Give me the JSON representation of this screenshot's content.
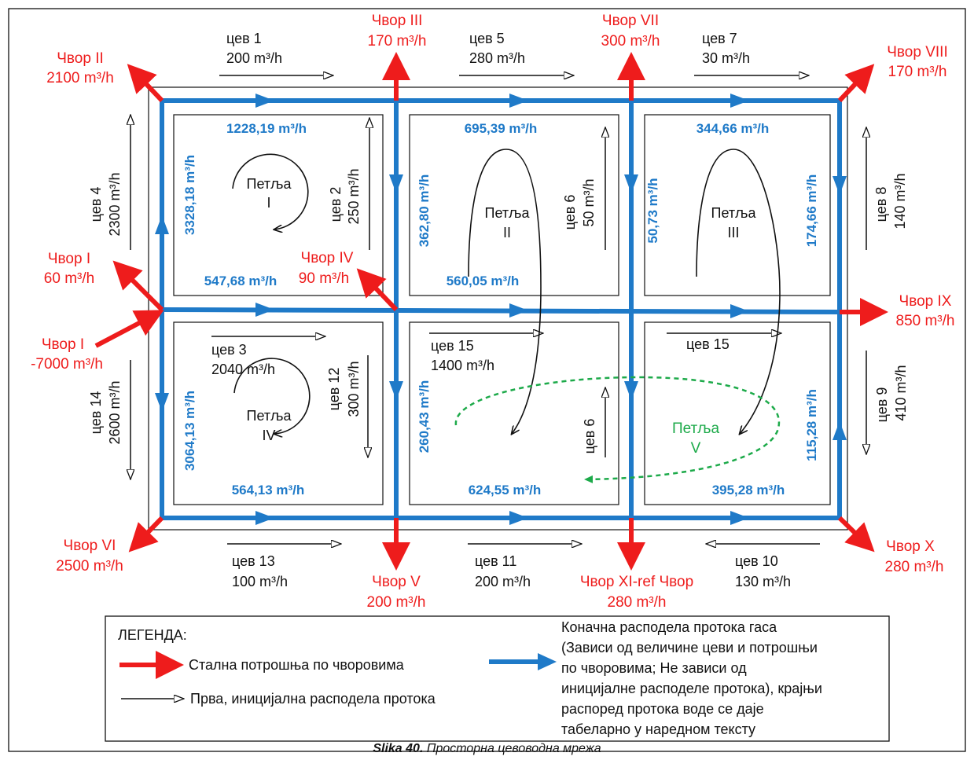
{
  "nodes": {
    "n1": {
      "name": "Чвор I",
      "flow": "60 m³/h"
    },
    "n1_in": {
      "name": "Чвор I",
      "flow": "-7000 m³/h"
    },
    "n2": {
      "name": "Чвор II",
      "flow": "2100 m³/h"
    },
    "n3": {
      "name": "Чвор III",
      "flow": "170 m³/h"
    },
    "n4": {
      "name": "Чвор IV",
      "flow": "90 m³/h"
    },
    "n5": {
      "name": "Чвор V",
      "flow": "200 m³/h"
    },
    "n6": {
      "name": "Чвор VI",
      "flow": "2500 m³/h"
    },
    "n7": {
      "name": "Чвор VII",
      "flow": "300 m³/h"
    },
    "n8": {
      "name": "Чвор VIII",
      "flow": "170 m³/h"
    },
    "n9": {
      "name": "Чвор IX",
      "flow": "850 m³/h"
    },
    "n10": {
      "name": "Чвор X",
      "flow": "280 m³/h"
    },
    "n11": {
      "name": "Чвор XI-ref Чвор",
      "flow": "280 m³/h"
    }
  },
  "pipes": {
    "p1": {
      "name": "цев 1",
      "flow": "200 m³/h"
    },
    "p2": {
      "name": "цев 2",
      "flow": "250 m³/h"
    },
    "p3": {
      "name": "цев 3",
      "flow": "2040 m³/h"
    },
    "p4": {
      "name": "цев 4",
      "flow": "2300 m³/h"
    },
    "p5": {
      "name": "цев 5",
      "flow": "280 m³/h"
    },
    "p6": {
      "name": "цев 6",
      "flow": "50 m³/h"
    },
    "p6b": {
      "name": "цев 6"
    },
    "p7": {
      "name": "цев 7",
      "flow": "30 m³/h"
    },
    "p8": {
      "name": "цев 8",
      "flow": "140 m³/h"
    },
    "p9": {
      "name": "цев 9",
      "flow": "410 m³/h"
    },
    "p10": {
      "name": "цев 10",
      "flow": "130 m³/h"
    },
    "p11": {
      "name": "цев 11",
      "flow": "200 m³/h"
    },
    "p12": {
      "name": "цев 12",
      "flow": "300 m³/h"
    },
    "p13": {
      "name": "цев 13",
      "flow": "100 m³/h"
    },
    "p14": {
      "name": "цев 14",
      "flow": "2600 m³/h"
    },
    "p15": {
      "name": "цев 15",
      "flow": "1400 m³/h"
    },
    "p15b": {
      "name": "цев 15"
    }
  },
  "final_flows": {
    "top1": "1228,19 m³/h",
    "top2": "695,39 m³/h",
    "top3": "344,66 m³/h",
    "mid1": "547,68 m³/h",
    "mid2": "560,05 m³/h",
    "bot1": "564,13 m³/h",
    "bot2": "624,55 m³/h",
    "bot3": "395,28 m³/h",
    "v_left_up": "3328,18 m³/h",
    "v_left_low": "3064,13 m³/h",
    "v_c1_up": "362,80 m³/h",
    "v_c1_low": "260,43 m³/h",
    "v_c2_up": "50,73 m³/h",
    "v_right_up": "174,66 m³/h",
    "v_right_low": "115,28 m³/h"
  },
  "loops": {
    "l1": {
      "word": "Петља",
      "num": "I"
    },
    "l2": {
      "word": "Петља",
      "num": "II"
    },
    "l3": {
      "word": "Петља",
      "num": "III"
    },
    "l4": {
      "word": "Петља",
      "num": "IV"
    },
    "l5": {
      "word": "Петља",
      "num": "V"
    }
  },
  "legend": {
    "title": "ЛЕГЕНДА:",
    "red": "Стална потрошња по чворовима",
    "black": "Прва, иницијална расподела протока",
    "blue_lines": [
      "Коначна расподела протока гаса",
      "(Зависи од величине цеви и потрошњи",
      "по чворовима; Не зависи од",
      "иницијалне расподеле протока), крајњи",
      "распоред протока воде се даје",
      "табеларно у наредном тексту"
    ]
  },
  "caption": {
    "bold": "Slika 40.",
    "text": "Просторна цевоводна мрежа"
  },
  "colors": {
    "consumption": "#ee1c1c",
    "final_flow": "#1f7ac8",
    "initial_flow": "#111111",
    "loop5": "#1daa4a"
  }
}
